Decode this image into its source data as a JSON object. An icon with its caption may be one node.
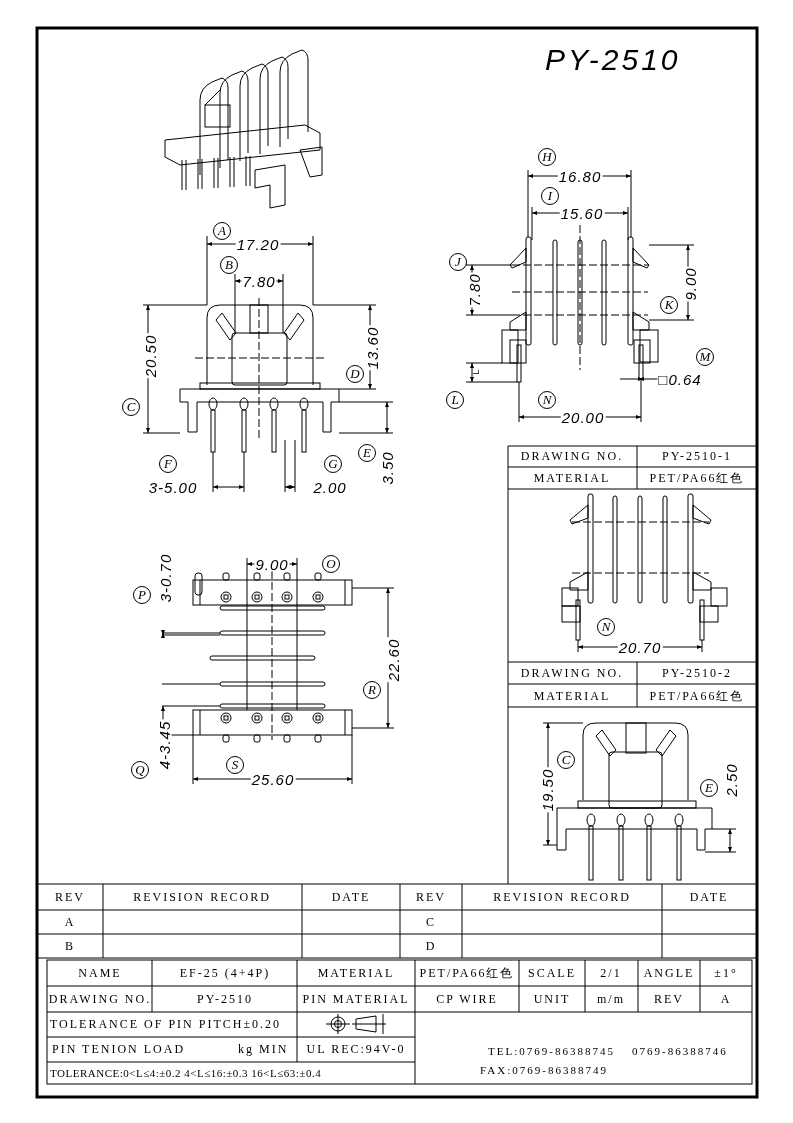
{
  "diagram": {
    "title": "PY-2510",
    "labels": [
      "A",
      "17.20",
      "B",
      "7.80",
      "C",
      "20.50",
      "D",
      "13.60",
      "E",
      "3.50",
      "F",
      "3-5.00",
      "G",
      "2.00",
      "H",
      "16.80",
      "I",
      "15.60",
      "J",
      "7.80",
      "K",
      "9.00",
      "L",
      "L",
      "M",
      "□0.64",
      "N",
      "20.00",
      "P",
      "3-0.70",
      "9.00",
      "O",
      "R",
      "22.60",
      "Q",
      "4-3.45",
      "S",
      "25.60",
      "DRAWING NO.",
      "PY-2510-1",
      "MATERIAL",
      "PET/PA66红色",
      "N",
      "20.70",
      "DRAWING NO.",
      "PY-2510-2",
      "MATERIAL",
      "PET/PA66红色",
      "C",
      "19.50",
      "E",
      "2.50",
      "REV",
      "REVISION RECORD",
      "DATE",
      "REV",
      "REVISION RECORD",
      "DATE",
      "A",
      "C",
      "B",
      "D",
      "NAME",
      "EF-25 (4+4P)",
      "MATERIAL",
      "PET/PA66红色",
      "SCALE",
      "2/1",
      "ANGLE",
      "±1°",
      "DRAWING NO.",
      "PY-2510",
      "PIN MATERIAL",
      "CP WIRE",
      "UNIT",
      "m/m",
      "REV",
      "A",
      "TOLERANCE OF PIN PITCH±0.20",
      "PIN TENION LOAD",
      "kg MIN",
      "UL REC:94V-0",
      "TEL:0769-86388745",
      "0769-86388746",
      "FAX:0769-86388749",
      "TOLERANCE:0<L≤4:±0.2  4<L≤16:±0.3  16<L≤63:±0.4"
    ]
  }
}
